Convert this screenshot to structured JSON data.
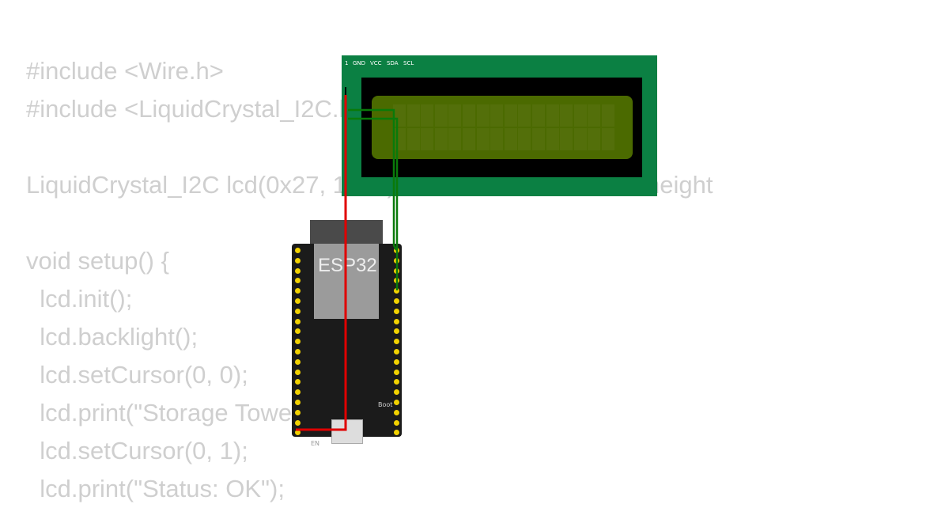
{
  "code_lines": [
    "#include <Wire.h>",
    "#include <LiquidCrystal_I2C.h>",
    "",
    "LiquidCrystal_I2C lcd(0x27, 16, 2); // I2C address, width, height",
    "",
    "void setup() {",
    "  lcd.init();",
    "  lcd.backlight();",
    "  lcd.setCursor(0, 0);",
    "  lcd.print(\"Storage Tower\");",
    "  lcd.setCursor(0, 1);",
    "  lcd.print(\"Status: OK\");"
  ],
  "lcd": {
    "pin1": "1",
    "pins": [
      "GND",
      "VCC",
      "SDA",
      "SCL"
    ],
    "board_color": "#0b8043",
    "screen_color": "#4b6a00"
  },
  "esp32": {
    "label": "ESP32",
    "button_en": "EN",
    "button_boot": "Boot"
  },
  "wires": {
    "vcc_color": "#e00000",
    "i2c_color": "#0a7a0a"
  }
}
